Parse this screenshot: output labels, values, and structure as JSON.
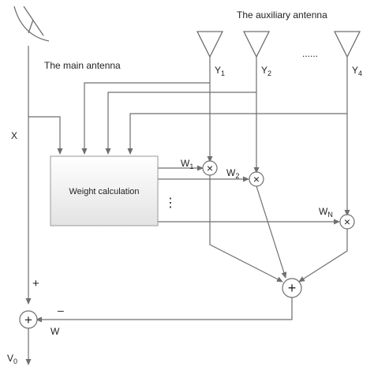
{
  "labels": {
    "auxiliary_antenna": "The auxiliary antenna",
    "main_antenna": "The main antenna",
    "dots_top": "......",
    "x": "X",
    "weight_calc": "Weight calculation",
    "dots_vertical": "⋮",
    "plus_sign": "+",
    "minus_sign": "–",
    "w": "W",
    "v0_main": "V",
    "v0_sub": "0",
    "y1_main": "Y",
    "y1_sub": "1",
    "y2_main": "Y",
    "y2_sub": "2",
    "y4_main": "Y",
    "y4_sub": "4",
    "w1_main": "W",
    "w1_sub": "1",
    "w2_main": "W",
    "w2_sub": "2",
    "wn_main": "W",
    "wn_sub": "N",
    "multiply": "×",
    "sum": "+"
  },
  "colors": {
    "line": "#6f6f6f",
    "block_fill_top": "#ffffff",
    "block_fill_bottom": "#e6e6e6",
    "block_stroke": "#9a9a9a"
  }
}
